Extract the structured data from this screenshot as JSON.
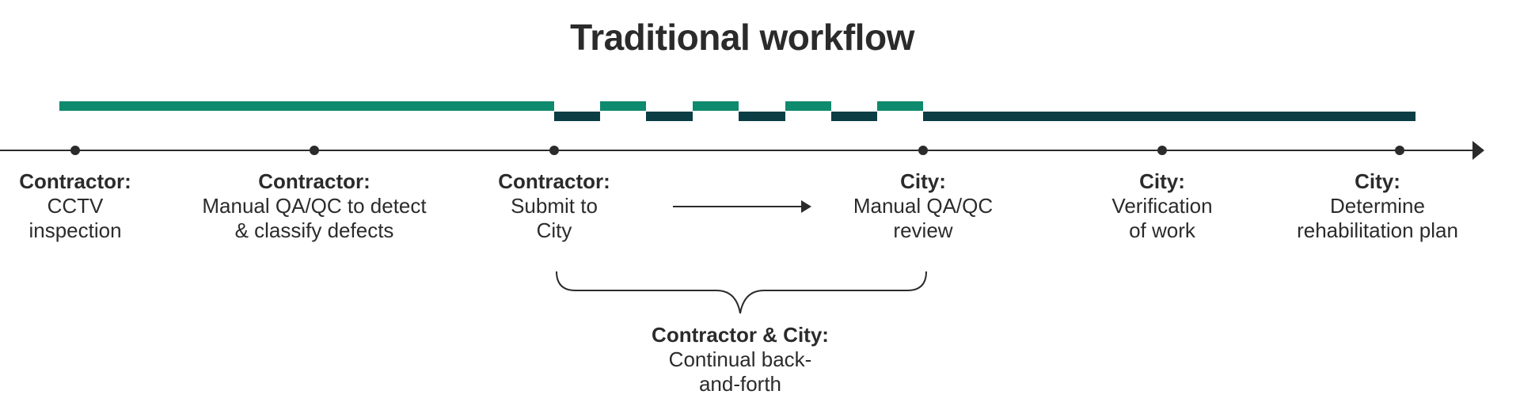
{
  "title": "Traditional workflow",
  "colors": {
    "contractor_bar": "#0e8a6e",
    "city_bar": "#0b3d45",
    "axis": "#2b2b2b",
    "text": "#2b2b2b"
  },
  "steps": [
    {
      "who": "Contractor:",
      "what": "CCTV\ninspection"
    },
    {
      "who": "Contractor:",
      "what": "Manual QA/QC to detect\n& classify defects"
    },
    {
      "who": "Contractor:",
      "what": "Submit to\nCity"
    },
    {
      "who": "City:",
      "what": "Manual QA/QC\nreview"
    },
    {
      "who": "City:",
      "what": "Verification\nof work"
    },
    {
      "who": "City:",
      "what": "Determine\nrehabilitation plan"
    }
  ],
  "loop": {
    "who": "Contractor & City:",
    "what": "Continual back-\nand-forth"
  }
}
